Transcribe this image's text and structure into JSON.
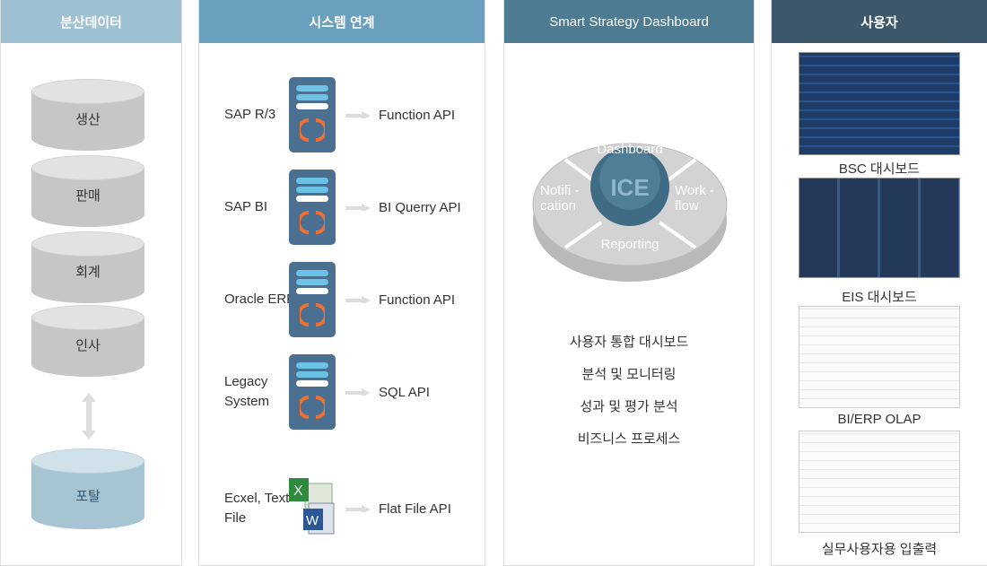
{
  "columns": {
    "data": {
      "title": "분산데이터",
      "items": [
        "생산",
        "판매",
        "회계",
        "인사"
      ],
      "portal": "포탈"
    },
    "integration": {
      "title": "시스템 연계",
      "rows": [
        {
          "source": "SAP R/3",
          "api": "Function API"
        },
        {
          "source": "SAP BI",
          "api": "BI Querry API"
        },
        {
          "source": "Oracle ERP",
          "api": "Function API"
        },
        {
          "source": "Legacy System",
          "api": "SQL API"
        },
        {
          "source": "Ecxel, Text File",
          "api": "Flat File API"
        }
      ]
    },
    "dashboard": {
      "title": "Smart Strategy Dashboard",
      "center": "ICE",
      "segments": {
        "top": "Dashboard",
        "right": "Work -flow",
        "bottom": "Reporting",
        "left": "Notifi -cation"
      },
      "features": [
        "사용자 통합 대시보드",
        "분석 및 모니터링",
        "성과 및 평가 분석",
        "비즈니스 프로세스"
      ]
    },
    "users": {
      "title": "사용자",
      "screens": [
        "BSC 대시보드",
        "EIS 대시보드",
        "BI/ERP OLAP",
        "실무사용자용 입출력"
      ]
    }
  },
  "colors": {
    "h1": "#9dc0d3",
    "h2": "#6b9fbe",
    "h3": "#4d7b92",
    "h4": "#3d576a",
    "server": "#4a6f90",
    "sync": "#f07030"
  }
}
